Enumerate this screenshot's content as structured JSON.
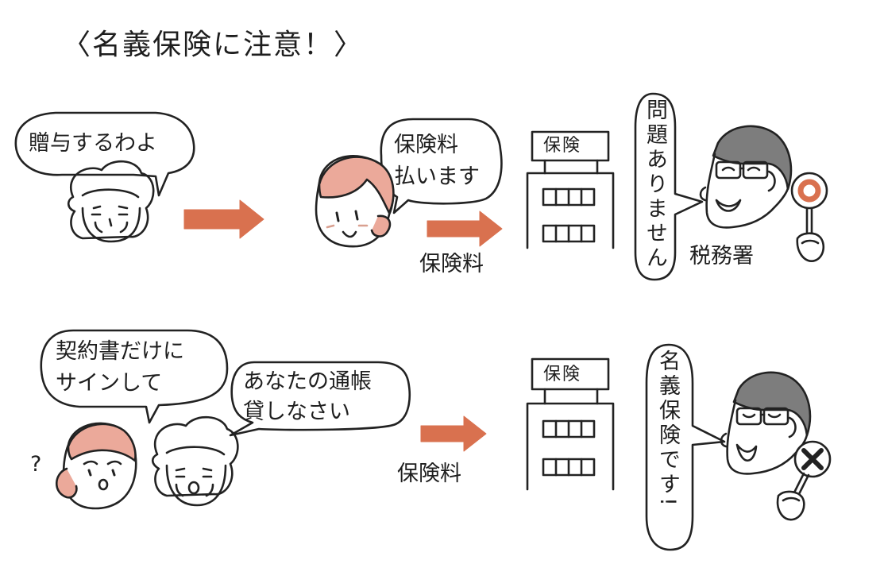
{
  "title": "〈名義保険に注意！〉",
  "top_row": {
    "giver_bubble": "贈与するわよ",
    "child_bubble_line1": "保険料",
    "child_bubble_line2": "払います",
    "arrow_label": "保険料",
    "building_sign": "保険",
    "officer_bubble": "問題ありません",
    "office_label": "税務署"
  },
  "bottom_row": {
    "giver_bubble_line1": "契約書だけに",
    "giver_bubble_line2": "サインして",
    "mother_bubble_line1": "あなたの通帳",
    "mother_bubble_line2": "貸しなさい",
    "question_mark": "?",
    "arrow_label": "保険料",
    "building_sign": "保険",
    "officer_bubble": "名義保険です!"
  },
  "colors": {
    "arrow": "#d9714f",
    "skin_pink": "#eba99a",
    "hair_gray": "#7d7d7d",
    "ink": "#222222"
  },
  "icons": {
    "ok_paddle": "circle-sign-icon",
    "ng_paddle": "cross-sign-icon"
  }
}
